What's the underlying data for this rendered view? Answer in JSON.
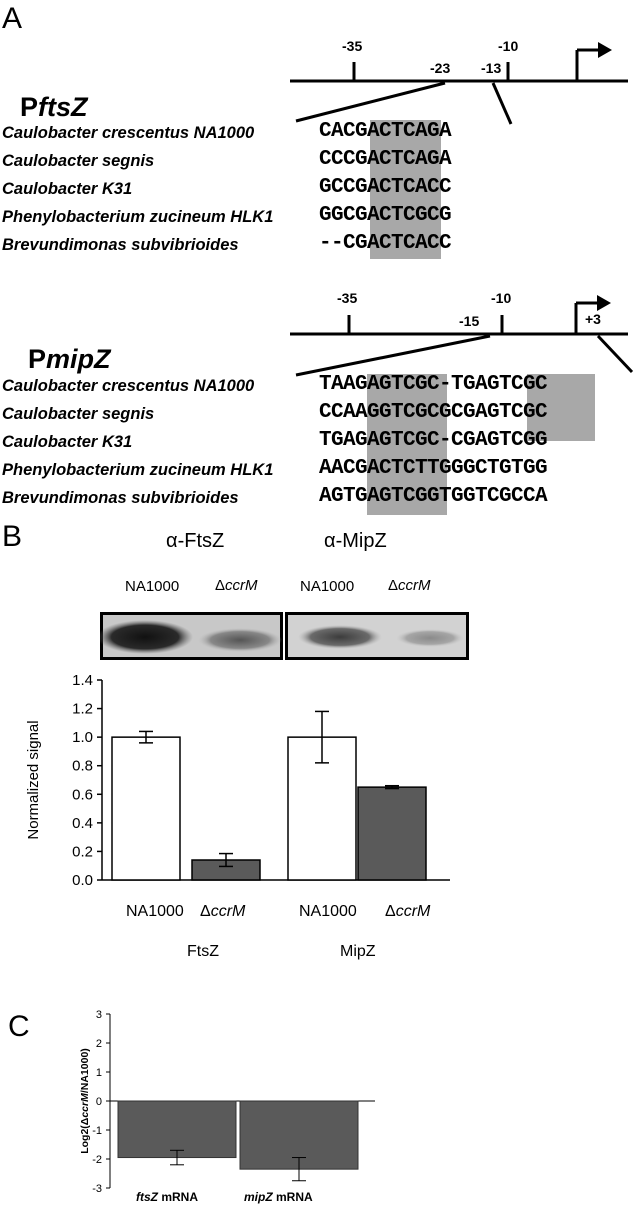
{
  "panel_a": {
    "letter": "A",
    "fts": {
      "name_prefix": "P",
      "name_gene": "ftsZ",
      "marker_labels": [
        "-35",
        "-23",
        "-13",
        "-10"
      ],
      "organisms": [
        "Caulobacter crescentus NA1000",
        "Caulobacter segnis",
        "Caulobacter K31",
        "Phenylobacterium zucineum HLK1",
        "Brevundimonas subvibrioides"
      ],
      "sequences": [
        [
          "CAC",
          "GACTC",
          "AGA"
        ],
        [
          "CCC",
          "GACTC",
          "AGA"
        ],
        [
          "GCC",
          "GACTC",
          "ACC"
        ],
        [
          "GGC",
          "GACTC",
          "GCG"
        ],
        [
          "--C",
          "GACTC",
          "ACC"
        ]
      ]
    },
    "mip": {
      "name_prefix": "P",
      "name_gene": "mipZ",
      "marker_labels": [
        "-35",
        "-15",
        "-10",
        "+3"
      ],
      "organisms": [
        "Caulobacter crescentus NA1000",
        "Caulobacter segnis",
        "Caulobacter K31",
        "Phenylobacterium zucineum HLK1",
        "Brevundimonas subvibrioides"
      ],
      "sequences": [
        [
          "TAA",
          "GAGTC",
          "GC-T",
          "GAGTC",
          "GC"
        ],
        [
          "CCA",
          "AGGTC",
          "GCGC",
          "GAGTC",
          "GC"
        ],
        [
          "TGA",
          "GAGTC",
          "GC-C",
          "GAGTC",
          "GG"
        ],
        [
          "AAC",
          "GACTC",
          "TTGG",
          "GCTGT",
          "GG"
        ],
        [
          "AGT",
          "GAGTC",
          "GGTG",
          "GTCGC",
          "CA"
        ]
      ]
    }
  },
  "panel_b": {
    "letter": "B",
    "blot_titles": [
      "α-FtsZ",
      "α-MipZ"
    ],
    "blot_lanes": [
      "NA1000",
      "ΔccrM",
      "NA1000",
      "ΔccrM"
    ]
  },
  "panel_c": {
    "letter": "C"
  },
  "chart_data": [
    {
      "type": "bar",
      "ylabel": "Normalized signal",
      "ylim": [
        0,
        1.4
      ],
      "yticks": [
        "0.0",
        "0.2",
        "0.4",
        "0.6",
        "0.8",
        "1.0",
        "1.2",
        "1.4"
      ],
      "groups": [
        "FtsZ",
        "MipZ"
      ],
      "categories": [
        "NA1000",
        "ΔccrM",
        "NA1000",
        "ΔccrM"
      ],
      "values": [
        1.0,
        0.14,
        1.0,
        0.65
      ],
      "errors": [
        0.04,
        0.045,
        0.18,
        0.01
      ],
      "bar_colors": [
        "#ffffff",
        "#5a5a5a",
        "#ffffff",
        "#5a5a5a"
      ],
      "grid": false
    },
    {
      "type": "bar",
      "ylabel": "Log2(ΔccrM/NA1000)",
      "ylim": [
        -3,
        3
      ],
      "yticks": [
        "-3",
        "-2",
        "-1",
        "0",
        "1",
        "2",
        "3"
      ],
      "categories": [
        "ftsZ mRNA",
        "mipZ mRNA"
      ],
      "values": [
        -1.95,
        -2.35
      ],
      "errors": [
        0.25,
        0.4
      ],
      "bar_colors": [
        "#5a5a5a",
        "#5a5a5a"
      ],
      "grid": false
    }
  ]
}
